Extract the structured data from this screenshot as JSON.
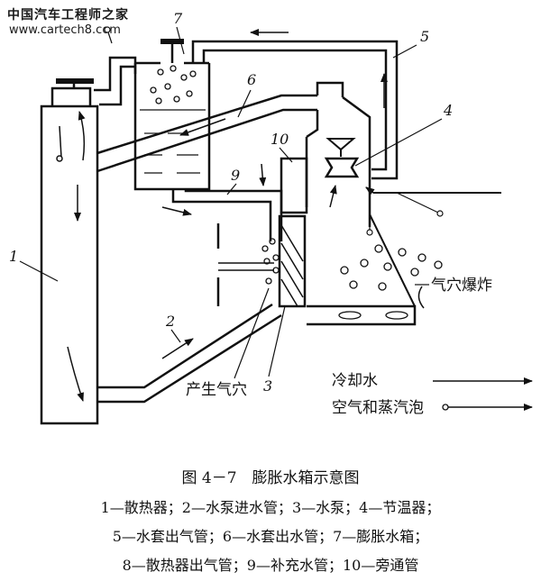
{
  "watermark": {
    "site_cn": "中国汽车工程师之家",
    "site_url": "www.cartech8.com"
  },
  "diagram": {
    "numbers": [
      "1",
      "2",
      "3",
      "4",
      "5",
      "6",
      "7",
      "9",
      "10"
    ],
    "labels": {
      "cavitation_burst": "气穴爆炸",
      "cavitation_generate": "产生气穴",
      "legend_coolant": "冷却水",
      "legend_air_steam": "空气和蒸汽泡"
    }
  },
  "caption": {
    "title": "图 4－7　膨胀水箱示意图",
    "legend_lines": [
      "1—散热器；2—水泵进水管；3—水泵；4—节温器；",
      "5—水套出气管；6—水套出水管；7—膨胀水箱；",
      "8—散热器出气管；9—补充水管；10—旁通管"
    ]
  }
}
